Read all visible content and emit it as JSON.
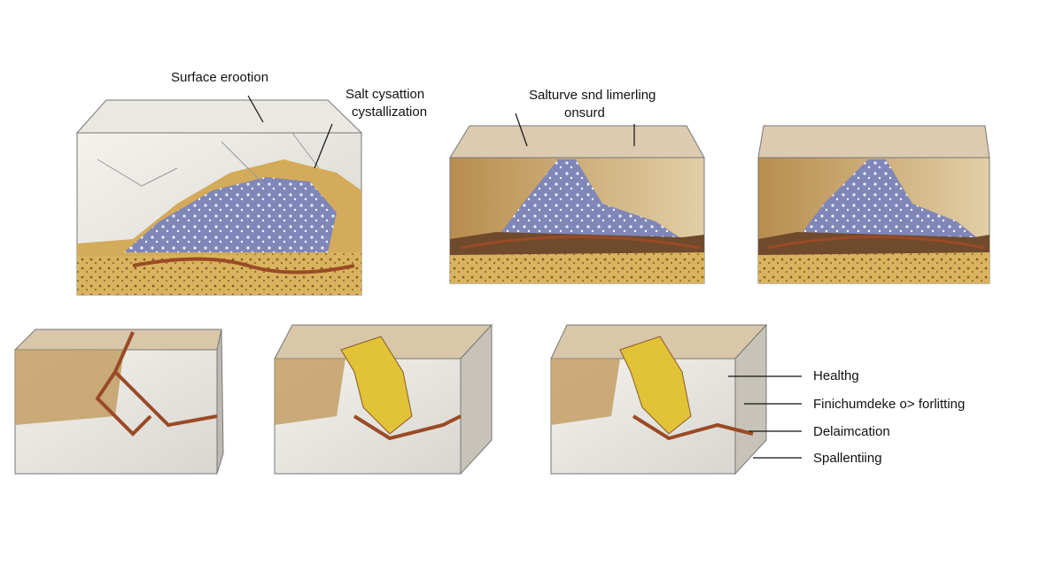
{
  "labels": {
    "surface_erosion": "Surface erootion",
    "salt_line1": "Salt cysattion",
    "salt_line2": "cystallization",
    "saturation_line1": "Salturve snd limerling",
    "saturation_line2": "onsurd",
    "healthy": "Healthg",
    "finish": "Finichumdeke o> forlitting",
    "delamination": "Delaimcation",
    "spalling": "Spallentiing"
  }
}
